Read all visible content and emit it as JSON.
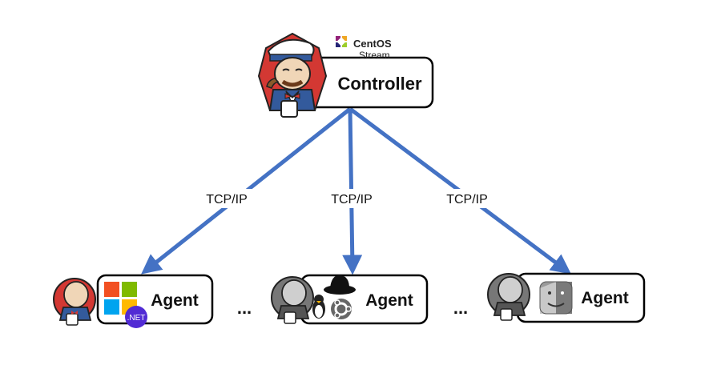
{
  "controller": {
    "label": "Controller",
    "os_brand": "CentOS",
    "os_sub": "Stream",
    "mascot": "jenkins-butler-icon"
  },
  "connections": [
    {
      "label": "TCP/IP",
      "target": "agent-windows"
    },
    {
      "label": "TCP/IP",
      "target": "agent-linux"
    },
    {
      "label": "TCP/IP",
      "target": "agent-macos"
    }
  ],
  "agents": [
    {
      "id": "agent-windows",
      "label": "Agent",
      "icons": [
        "jenkins-icon",
        "windows-icon",
        "dotnet-icon"
      ],
      "badge": ".NET"
    },
    {
      "id": "agent-linux",
      "label": "Agent",
      "icons": [
        "jenkins-icon",
        "redhat-icon",
        "tux-icon",
        "ubuntu-icon"
      ]
    },
    {
      "id": "agent-macos",
      "label": "Agent",
      "icons": [
        "jenkins-icon",
        "finder-icon"
      ]
    }
  ],
  "separators": [
    "...",
    "..."
  ],
  "colors": {
    "arrow": "#4472C4",
    "box_border": "#000000",
    "jenkins_red": "#D33833",
    "windows_red": "#F25022",
    "windows_green": "#7FBA00",
    "windows_blue": "#00A4EF",
    "windows_yellow": "#FFB900",
    "dotnet_purple": "#512BD4",
    "ubuntu_orange": "#5E5E5E",
    "centos_purple": "#932279"
  }
}
